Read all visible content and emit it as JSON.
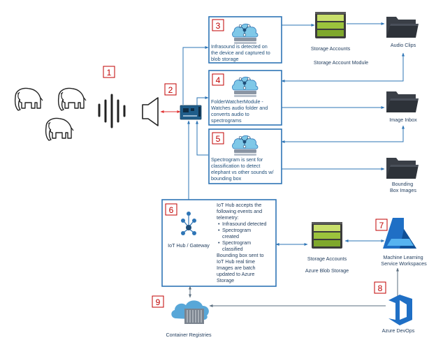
{
  "colors": {
    "accent": "#2e75b6",
    "number_marker": "#c00000",
    "storage_green": "#9bc33c",
    "devops_blue": "#1f6fc5",
    "folder_dark": "#3a3f47"
  },
  "numbers": [
    "1",
    "2",
    "3",
    "4",
    "5",
    "6",
    "7",
    "8",
    "9"
  ],
  "module3": {
    "lines": [
      "Infrasound is detected on",
      "the device and captured to",
      "blob storage"
    ]
  },
  "module4": {
    "lines": [
      "FolderWatcherModule -",
      "Watches audio folder and",
      "converts audio to",
      "spectrograms"
    ]
  },
  "module5": {
    "lines": [
      "Spectrogram is sent for",
      "classification to detect",
      "elephant vs other sounds w/",
      "bounding box"
    ]
  },
  "storage_top": {
    "label": "Storage Accounts",
    "module_label": "Storage Account Module"
  },
  "folders": {
    "audio": "Audio Clips",
    "image_inbox": "Image Inbox",
    "bounding": [
      "Bounding",
      "Box Images"
    ]
  },
  "iot": {
    "title": "IoT Hub / Gateway",
    "intro": [
      "IoT Hub accepts the",
      "following events and",
      "telemetry:"
    ],
    "bullets": [
      [
        "Infrasound detected"
      ],
      [
        "Spectrogram",
        "created"
      ],
      [
        "Spectrogram",
        "classified"
      ]
    ],
    "outro": [
      "Bounding box sent to",
      "IoT Hub real time",
      "Images are batch",
      "updated to Azure",
      "Storage"
    ]
  },
  "storage_bottom": {
    "label": "Storage Accounts",
    "sublabel": "Azure Blob Storage"
  },
  "ml": {
    "lines": [
      "Machine Learning",
      "Service Workspaces"
    ]
  },
  "devops": {
    "label": "Azure DevOps"
  },
  "registry": {
    "label": "Container Registries"
  },
  "icons": [
    "elephant-icon",
    "sound-wave-icon",
    "speaker-icon",
    "device-board-icon",
    "iot-module-icon",
    "storage-account-icon",
    "folder-icon",
    "iot-hub-icon",
    "machine-learning-icon",
    "azure-devops-icon",
    "container-registry-icon"
  ]
}
